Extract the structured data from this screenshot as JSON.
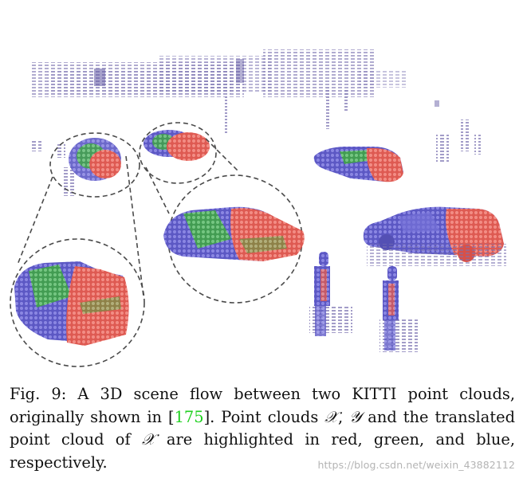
{
  "caption": {
    "label": "Fig. 9:",
    "text_before_ref": " A 3D scene flow between two KITTI point clouds, originally shown in [",
    "ref": "175",
    "text_after_ref": "]. Point clouds ",
    "sym_x": "𝒳",
    "sym_sep": ", ",
    "sym_y": "𝒴",
    "text_mid": " and the translated point cloud of ",
    "sym_x2": "𝒳",
    "text_end": " are highlighted in red, green, and blue, respectively."
  },
  "watermark": "https://blog.csdn.net/weixin_43882112",
  "colors": {
    "red": "#e0564e",
    "green": "#4cb848",
    "blue": "#5a5ac8",
    "ref_link": "#1fd01f"
  }
}
